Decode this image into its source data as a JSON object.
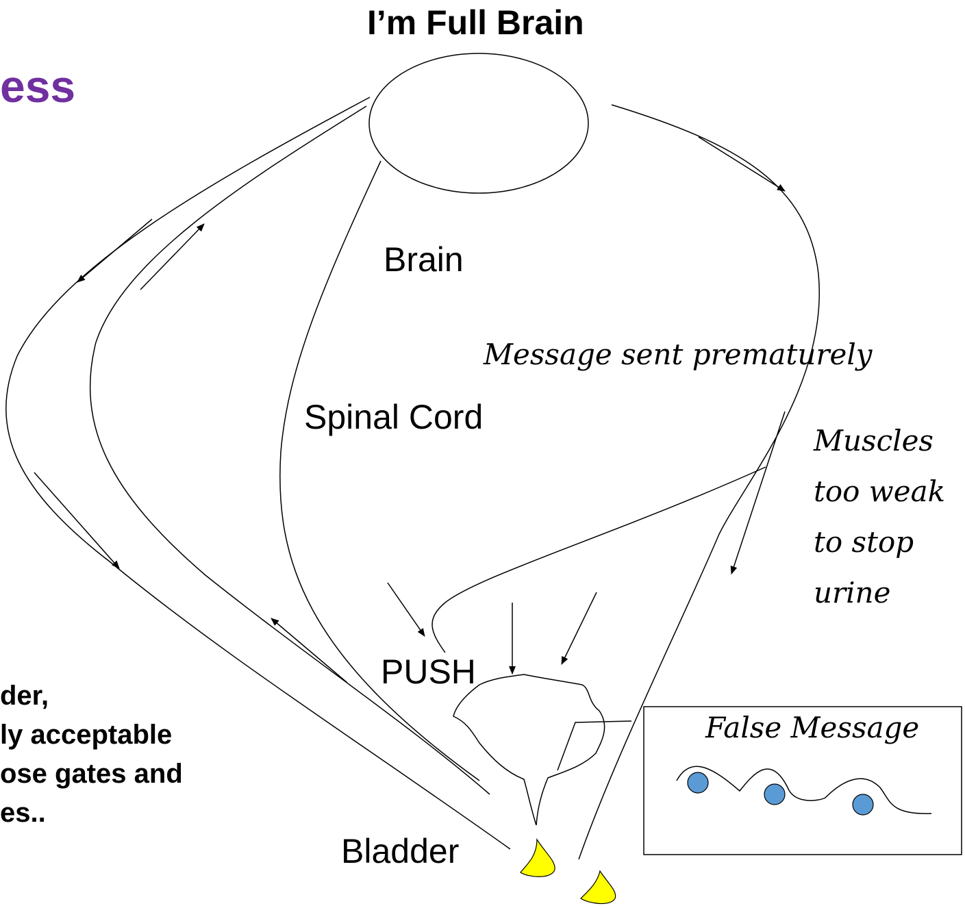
{
  "title": "I’m Full Brain",
  "heading_fragment": "ess",
  "labels": {
    "brain": "Brain",
    "spinal_cord": "Spinal Cord",
    "push": "PUSH",
    "bladder": "Bladder",
    "message_sent": "Message sent prematurely",
    "muscles": [
      "Muscles",
      "too weak",
      "to stop",
      "urine"
    ],
    "false_message": "False Message"
  },
  "left_text": [
    "der,",
    "ly acceptable",
    "ose gates and",
    "es.."
  ],
  "colors": {
    "heading": "#7030a0",
    "dots": "#5b9bd5",
    "drops": "#ffff00"
  }
}
